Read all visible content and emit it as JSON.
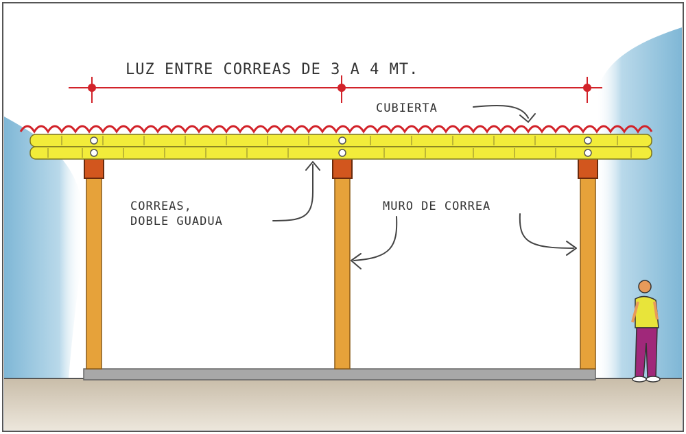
{
  "labels": {
    "span": "LUZ ENTRE CORREAS DE 3 A 4 MT.",
    "roof": "CUBIERTA",
    "purlins_line1": "CORREAS,",
    "purlins_line2": "DOBLE GUADUA",
    "wall": "MURO DE CORREA"
  },
  "colors": {
    "sky": "#7fb7d6",
    "roof_sheet": "#d2232a",
    "purlin": "#f2ec3a",
    "post": "#e6a23a",
    "post_cap": "#d2561e",
    "ground": "#d3c8b6",
    "slab": "#a8a8a8",
    "dimension_line": "#d2232a"
  }
}
